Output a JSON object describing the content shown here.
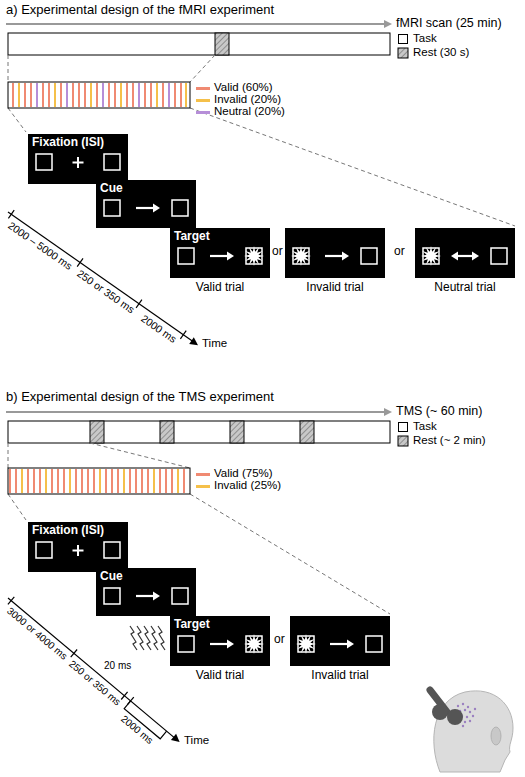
{
  "diagram": {
    "nodes": [
      {
        "text": [
          "Fixation (ISI)"
        ]
      },
      {
        "text": [
          "Cue"
        ]
      },
      {
        "text": [
          "Target",
          "Valid trial"
        ]
      },
      {
        "text": [
          "Invalid trial"
        ]
      },
      {
        "text": [
          "Neutral trial"
        ]
      },
      {
        "text": [
          "Fixation (ISI)"
        ]
      },
      {
        "text": [
          "Cue"
        ]
      },
      {
        "text": [
          "Target",
          "Valid trial"
        ]
      },
      {
        "text": [
          "Invalid trial"
        ]
      }
    ],
    "labels": [
      "a) Experimental design of the fMRI experiment",
      "fMRI scan (25 min)",
      "2000 – 5000 ms",
      "250 or 350 ms",
      "2000 ms",
      "Time",
      "or",
      "or",
      "b) Experimental design of the TMS experiment",
      "TMS (~ 60 min)",
      "3000 or 4000 ms",
      "250 or 350 ms",
      "20 ms",
      "2000 ms",
      "Time",
      "or"
    ],
    "legend": [
      {
        "text": "Task",
        "color": "#ffffff"
      },
      {
        "text": "Rest (30 s)"
      },
      {
        "text": "Valid (60%)",
        "color": "#f08a72"
      },
      {
        "text": "Invalid (20%)",
        "color": "#f5c04a"
      },
      {
        "text": "Neutral (20%)",
        "color": "#b68ed8"
      },
      {
        "text": "Task",
        "color": "#ffffff"
      },
      {
        "text": "Rest (~ 2 min)"
      },
      {
        "text": "Valid (75%)",
        "color": "#f08a72"
      },
      {
        "text": "Invalid (25%)",
        "color": "#f5c04a"
      }
    ]
  }
}
